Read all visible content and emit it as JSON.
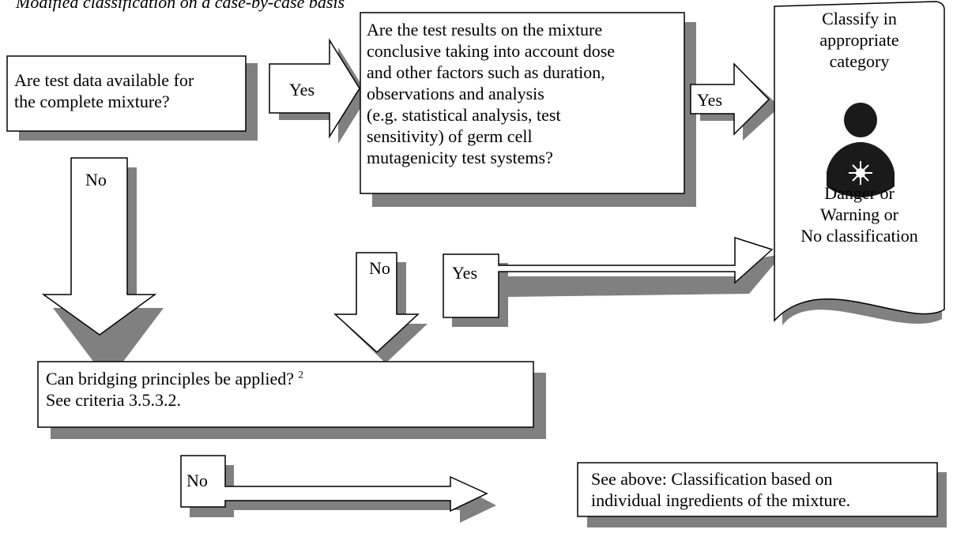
{
  "heading": "Modified classification on a case-by-case basis",
  "boxes": {
    "q_test_data": [
      "Are test data available for",
      "the complete mixture?"
    ],
    "q_conclusive": [
      "Are the test results on the mixture",
      "conclusive taking into account dose",
      "and other factors such as duration,",
      "observations and analysis",
      "(e.g. statistical analysis, test",
      "sensitivity) of germ cell",
      "mutagenicity test systems?"
    ],
    "q_bridging": {
      "line1": "Can  bridging principles be applied?",
      "footnote": "2",
      "line2": "See criteria  3.5.3.2."
    },
    "see_above": [
      "See above:  Classification based on",
      "individual ingredients of the mixture."
    ],
    "result": {
      "top": [
        "Classify in",
        "appropriate",
        "category"
      ],
      "bottom": [
        "Danger or",
        "Warning or",
        "No classification"
      ]
    }
  },
  "arrows": {
    "yes_1": "Yes",
    "yes_2": "Yes",
    "yes_3": "Yes",
    "no_1": "No",
    "no_2": "No",
    "no_3": "No"
  },
  "icons": {
    "hazard": "health-hazard-pictogram"
  },
  "colors": {
    "shadow": "#808080",
    "stroke": "#000000",
    "fill": "#ffffff"
  }
}
